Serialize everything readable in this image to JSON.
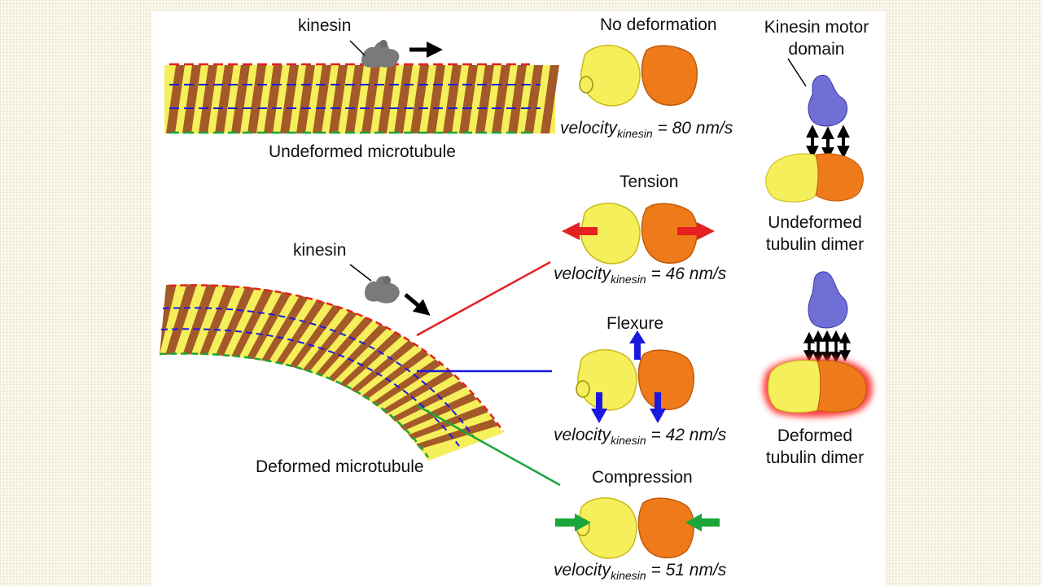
{
  "labels": {
    "kinesin_top": "kinesin",
    "kinesin_bottom": "kinesin",
    "undeformed_microtubule": "Undeformed microtubule",
    "deformed_microtubule": "Deformed microtubule",
    "kinesin_motor_domain": "Kinesin motor domain",
    "undeformed_dimer": "Undeformed tubulin dimer",
    "deformed_dimer": "Deformed tubulin dimer"
  },
  "states": [
    {
      "title": "No deformation",
      "velocity_prefix": "velocity",
      "velocity_subscript": "kinesin",
      "velocity_value": "= 80 nm/s"
    },
    {
      "title": "Tension",
      "velocity_prefix": "velocity",
      "velocity_subscript": "kinesin",
      "velocity_value": "= 46 nm/s"
    },
    {
      "title": "Flexure",
      "velocity_prefix": "velocity",
      "velocity_subscript": "kinesin",
      "velocity_value": "= 42 nm/s"
    },
    {
      "title": "Compression",
      "velocity_prefix": "velocity",
      "velocity_subscript": "kinesin",
      "velocity_value": "= 51 nm/s"
    }
  ],
  "colors": {
    "alpha_tubulin": "#f4ef5a",
    "beta_tubulin": "#a45a28",
    "dimer_orange": "#ee7a1a",
    "kinesin_grey": "#7a7a7a",
    "kinesin_motor": "#6f6fd6",
    "tension": "#e52020",
    "flexure": "#1a1adf",
    "compression": "#1aa63a",
    "deformed_glow": "#ff2a2a"
  }
}
